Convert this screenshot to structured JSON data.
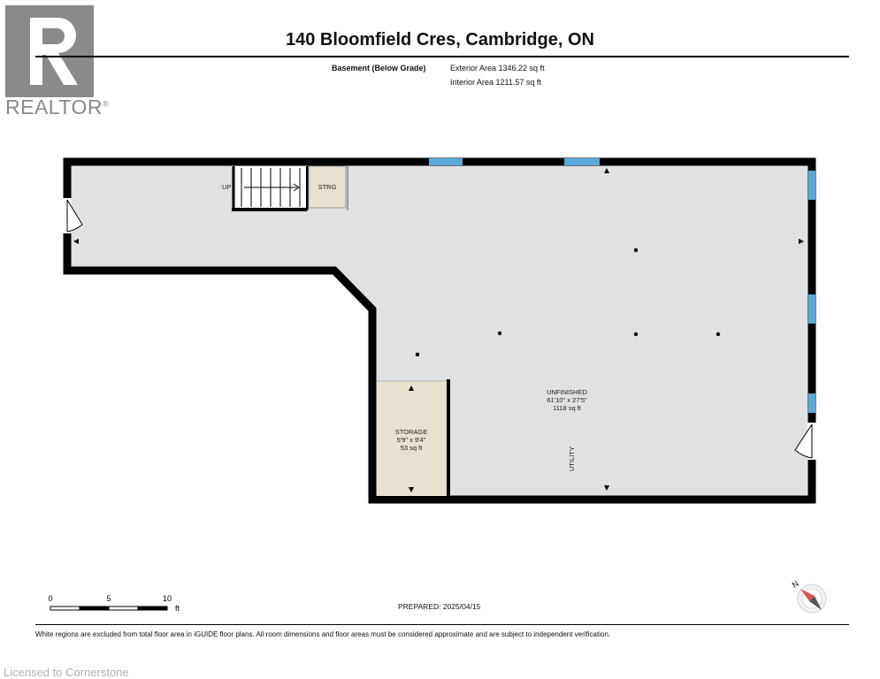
{
  "realtor": {
    "wordmark": "REALTOR",
    "mark": "®",
    "logo_color": "#8a8a8a"
  },
  "header": {
    "address": "140 Bloomfield Cres, Cambridge, ON",
    "floor_label": "Basement (Below Grade)",
    "exterior_area": "Exterior Area 1346.22 sq ft",
    "interior_area": "Interior Area 1211.57 sq ft"
  },
  "plan": {
    "wall_color": "#000000",
    "floor_color": "#e0e1e3",
    "storage_color": "#e8e1cf",
    "window_color": "#5aa9d9",
    "stairs_label": "UP",
    "strg_label": "STRG",
    "rooms": [
      {
        "name": "UNFINISHED",
        "dims": "61'10\" x 27'5\"",
        "area": "1118 sq ft"
      },
      {
        "name": "STORAGE",
        "dims": "5'9\" x 9'4\"",
        "area": "53 sq ft"
      }
    ],
    "utility_label": "UTILITY"
  },
  "scale": {
    "labels": [
      "0",
      "5",
      "10"
    ],
    "unit": "ft"
  },
  "prepared": "PREPARED: 2025/04/15",
  "compass": {
    "label": "N",
    "icon": "compass-icon"
  },
  "disclaimer": "White regions are excluded from total floor area in iGUIDE floor plans. All room dimensions and floor areas must be considered approximate and are subject to independent verification.",
  "watermark": "Licensed to Cornerstone"
}
